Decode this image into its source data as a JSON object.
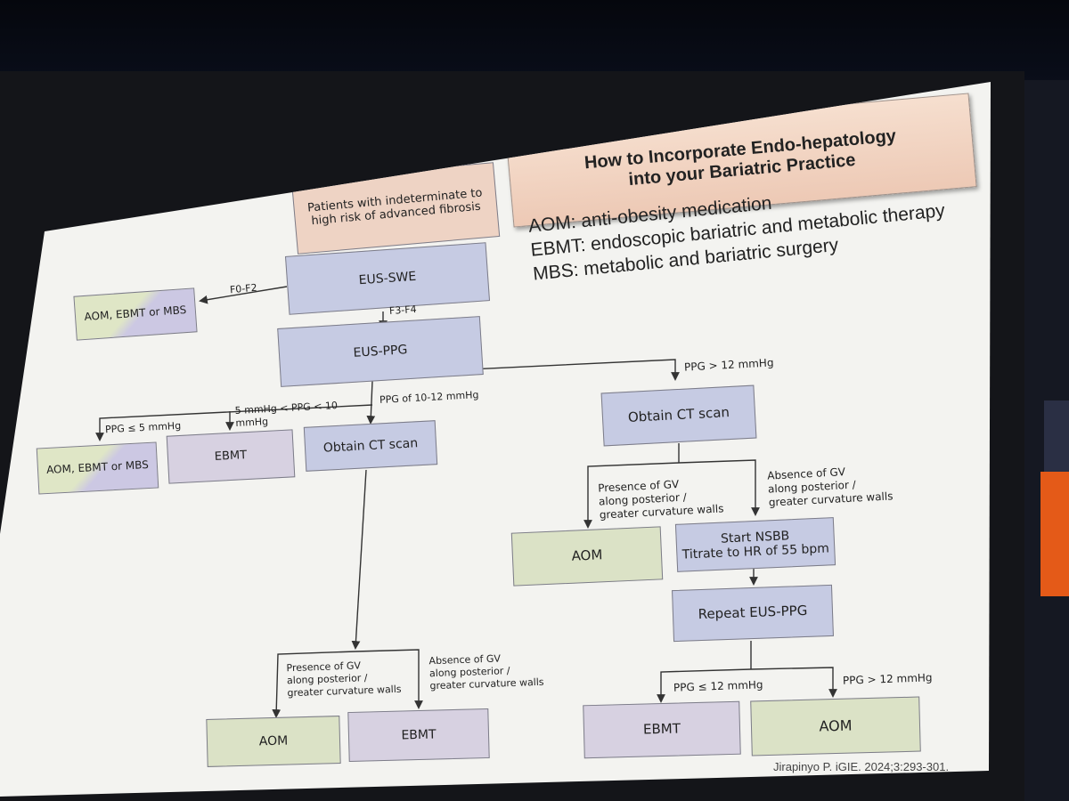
{
  "slide": {
    "title_line1": "How to Incorporate Endo-hepatology",
    "title_line2": "into your Bariatric Practice",
    "legend": [
      "AOM: anti-obesity medication",
      "EBMT: endoscopic bariatric and metabolic therapy",
      "MBS: metabolic and bariatric surgery"
    ],
    "citation": "Jirapinyo P. iGIE. 2024;3:293-301."
  },
  "nodes": {
    "start": {
      "line1": "Patients with indeterminate to",
      "line2": "high risk of advanced fibrosis"
    },
    "eus_swe": "EUS-SWE",
    "aom_ebmt_mbs_top": "AOM, EBMT or MBS",
    "eus_ppg": "EUS-PPG",
    "aom_ebmt_mbs_low": "AOM, EBMT or MBS",
    "ebmt_mid": "EBMT",
    "ct_scan_left": "Obtain CT scan",
    "ct_scan_right": "Obtain CT scan",
    "aom_right": "AOM",
    "nsbb": {
      "line1": "Start NSBB",
      "line2": "Titrate to HR of 55 bpm"
    },
    "repeat_eus_ppg": "Repeat EUS-PPG",
    "aom_bottom_left": "AOM",
    "ebmt_bottom_left": "EBMT",
    "ebmt_bottom_right": "EBMT",
    "aom_bottom_right": "AOM"
  },
  "labels": {
    "f0_f2": "F0-F2",
    "f3_f4": "F3-F4",
    "ppg_gt12": "PPG > 12 mmHg",
    "ppg_10_12": "PPG of 10-12 mmHg",
    "ppg_le5": "PPG ≤ 5 mmHg",
    "ppg_5_10_line1": "5 mmHg < PPG < 10",
    "ppg_5_10_line2": "mmHg",
    "gv_presence": [
      "Presence of GV",
      "along posterior /",
      "greater curvature walls"
    ],
    "gv_absence": [
      "Absence of GV",
      "along posterior /",
      "greater curvature walls"
    ],
    "ppg_le12_bottom": "PPG ≤ 12 mmHg",
    "ppg_gt12_bottom": "PPG > 12 mmHg"
  }
}
